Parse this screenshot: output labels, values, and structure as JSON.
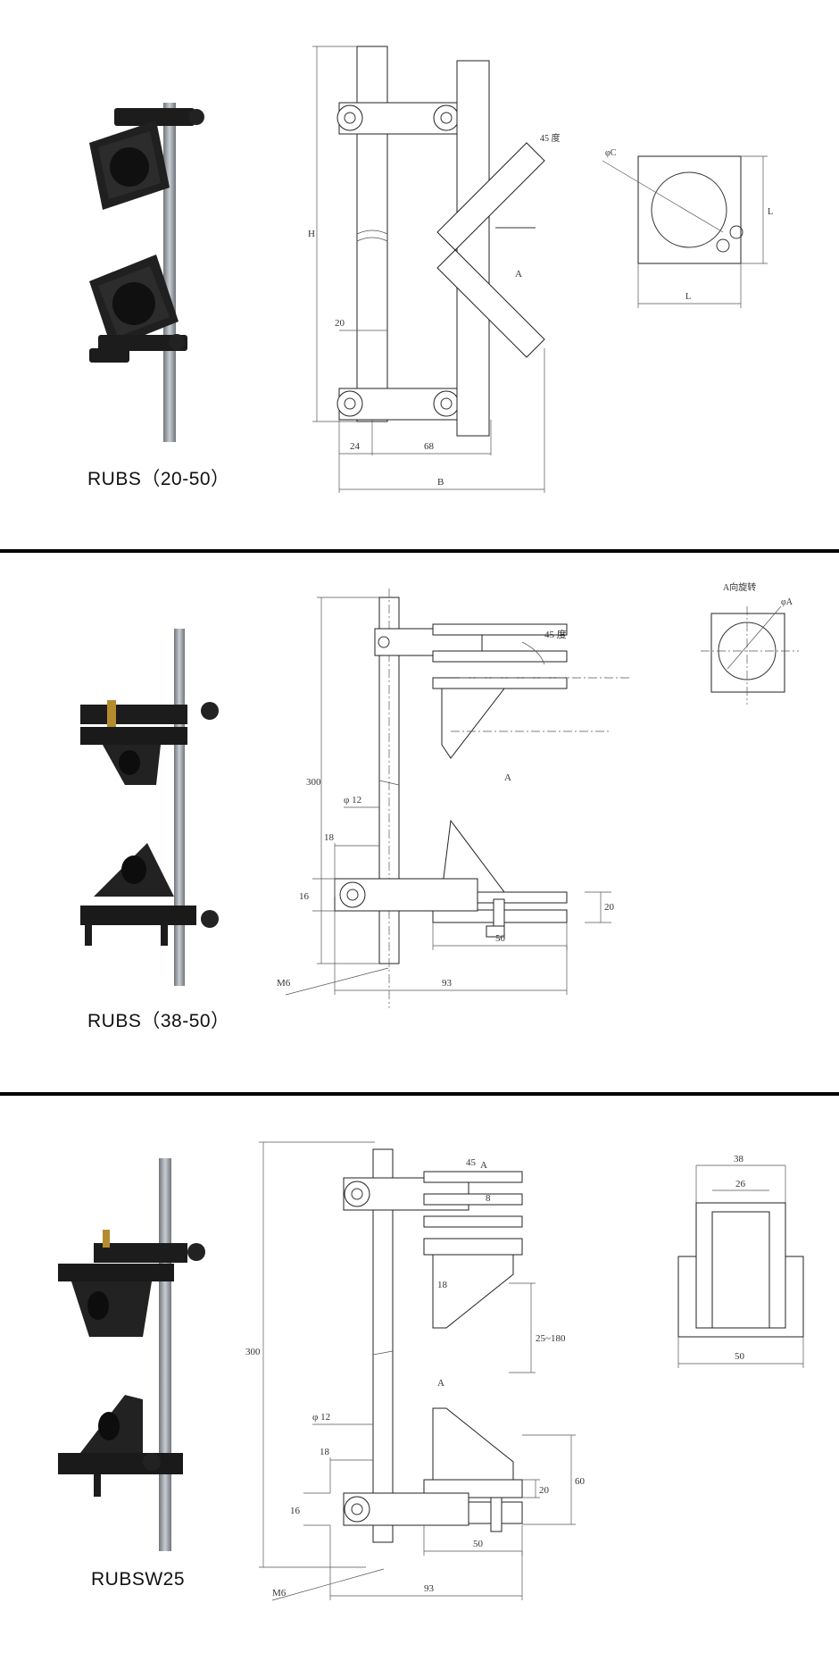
{
  "sections": [
    {
      "model": "RUBS（20-50）",
      "drawing": {
        "dims": [
          "H",
          "20",
          "24",
          "68",
          "B",
          "A",
          "45 度"
        ],
        "detail": {
          "dims": [
            "φC",
            "L",
            "L"
          ]
        }
      }
    },
    {
      "model": "RUBS（38-50）",
      "drawing": {
        "dims": [
          "300",
          "φ 12",
          "18",
          "16",
          "M6",
          "50",
          "93",
          "20",
          "45 度",
          "A"
        ],
        "detail": {
          "title": "A向旋转",
          "dims": [
            "φA"
          ]
        }
      }
    },
    {
      "model": "RUBSW25",
      "drawing": {
        "dims": [
          "300",
          "φ 12",
          "18",
          "16",
          "M6",
          "50",
          "93",
          "20",
          "60",
          "25~180",
          "18",
          "8",
          "45",
          "A",
          "A"
        ],
        "detail": {
          "dims": [
            "38",
            "26",
            "50"
          ]
        }
      }
    }
  ],
  "colors": {
    "divider": "#000000",
    "part": "#1b1b1b",
    "rod": "#9aa0a6"
  }
}
